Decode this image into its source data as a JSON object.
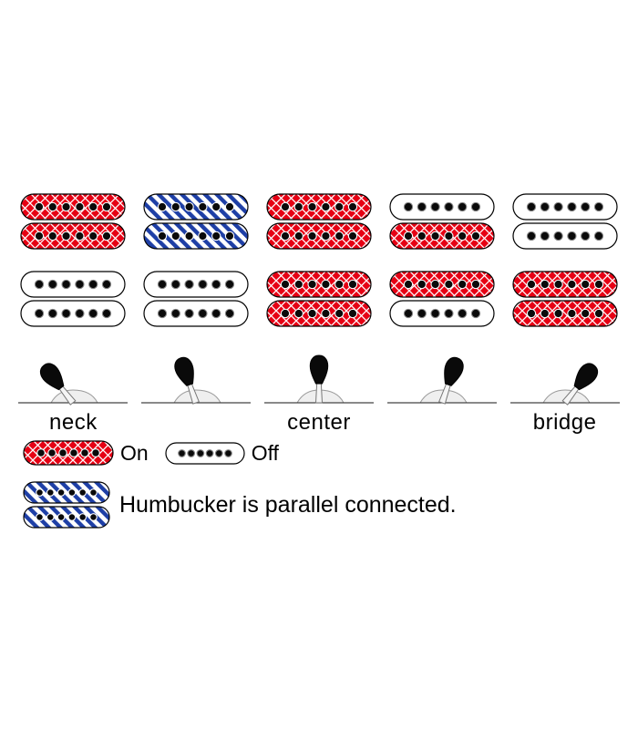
{
  "diagram": {
    "title": "pickup-selector-switch-positions",
    "positions": [
      {
        "index": 1,
        "label": "neck",
        "lever_angle": -38,
        "neck_coils": [
          "on",
          "on"
        ],
        "bridge_coils": [
          "off",
          "off"
        ]
      },
      {
        "index": 2,
        "label": "",
        "lever_angle": -19,
        "neck_coils": [
          "parallel",
          "parallel"
        ],
        "bridge_coils": [
          "off",
          "off"
        ]
      },
      {
        "index": 3,
        "label": "center",
        "lever_angle": 0,
        "neck_coils": [
          "on",
          "on"
        ],
        "bridge_coils": [
          "on",
          "on"
        ]
      },
      {
        "index": 4,
        "label": "",
        "lever_angle": 19,
        "neck_coils": [
          "off",
          "on"
        ],
        "bridge_coils": [
          "on",
          "off"
        ]
      },
      {
        "index": 5,
        "label": "bridge",
        "lever_angle": 38,
        "neck_coils": [
          "off",
          "off"
        ],
        "bridge_coils": [
          "on",
          "on"
        ]
      }
    ],
    "colors": {
      "on": "#e60014",
      "off": "#ffffff",
      "parallel": "#1e3fa6",
      "outline": "#000000"
    }
  },
  "legend": {
    "on_label": "On",
    "off_label": "Off",
    "parallel_note": "Humbucker is parallel connected."
  }
}
